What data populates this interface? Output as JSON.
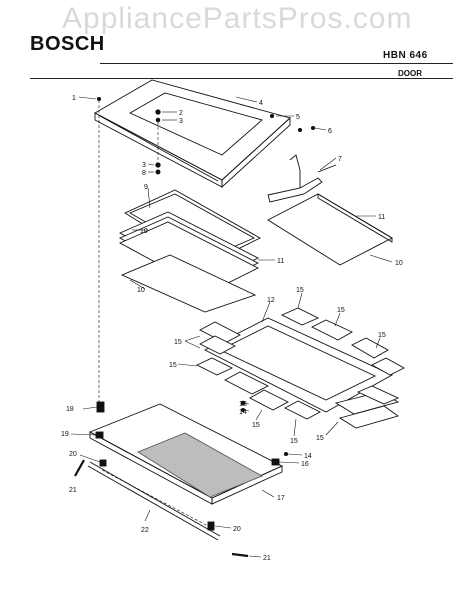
{
  "header": {
    "watermark": "AppliancePartsPros.com",
    "brand": "BOSCH",
    "model": "HBN 646",
    "section": "DOOR"
  },
  "callouts": {
    "c1": "1",
    "c2": "2",
    "c3a": "3",
    "c4": "4",
    "c5": "5",
    "c6": "6",
    "c7": "7",
    "c3b": "3",
    "c8": "8",
    "c9": "9",
    "c10a": "10",
    "c11a": "11",
    "c11b": "11",
    "c10b": "10",
    "c10c": "10",
    "c12": "12",
    "c15a": "15",
    "c15b": "15",
    "c15c": "15",
    "c15d": "15",
    "c15e": "15",
    "c15f": "15",
    "c15g": "15",
    "c15h": "15",
    "c18": "18",
    "c13": "13",
    "c14a": "14",
    "c19": "19",
    "c20a": "20",
    "c14b": "14",
    "c16": "16",
    "c21a": "21",
    "c17": "17",
    "c22": "22",
    "c20b": "20",
    "c21b": "21"
  }
}
